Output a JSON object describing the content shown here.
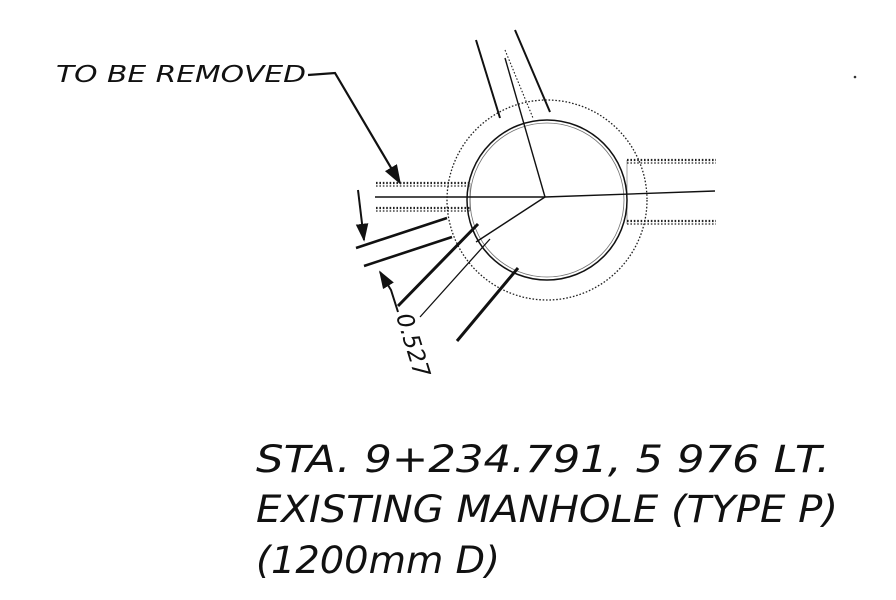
{
  "callout": {
    "label": "TO BE REMOVED"
  },
  "dimension": {
    "value": "0.527"
  },
  "notes": {
    "line1": "STA. 9+234.791, 5 976 LT.",
    "line2": "EXISTING MANHOLE (TYPE P)",
    "line3": "(1200mm D)"
  }
}
